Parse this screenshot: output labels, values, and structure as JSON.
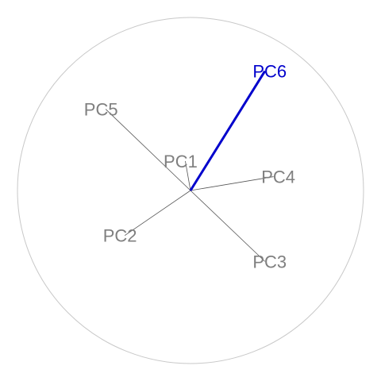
{
  "chart_data": {
    "type": "biplot",
    "title": "",
    "circle": {
      "radius": 1,
      "color": "#c8c8c8"
    },
    "highlight_color": "#0000cc",
    "default_color": "#7f7f7f",
    "loadings": [
      {
        "name": "PC1",
        "x": -0.03,
        "y": 0.17,
        "highlighted": false
      },
      {
        "name": "PC2",
        "x": -0.38,
        "y": -0.26,
        "highlighted": false
      },
      {
        "name": "PC3",
        "x": 0.43,
        "y": -0.41,
        "highlighted": false
      },
      {
        "name": "PC4",
        "x": 0.48,
        "y": 0.08,
        "highlighted": false
      },
      {
        "name": "PC5",
        "x": -0.49,
        "y": 0.47,
        "highlighted": false
      },
      {
        "name": "PC6",
        "x": 0.43,
        "y": 0.69,
        "highlighted": true
      }
    ]
  }
}
